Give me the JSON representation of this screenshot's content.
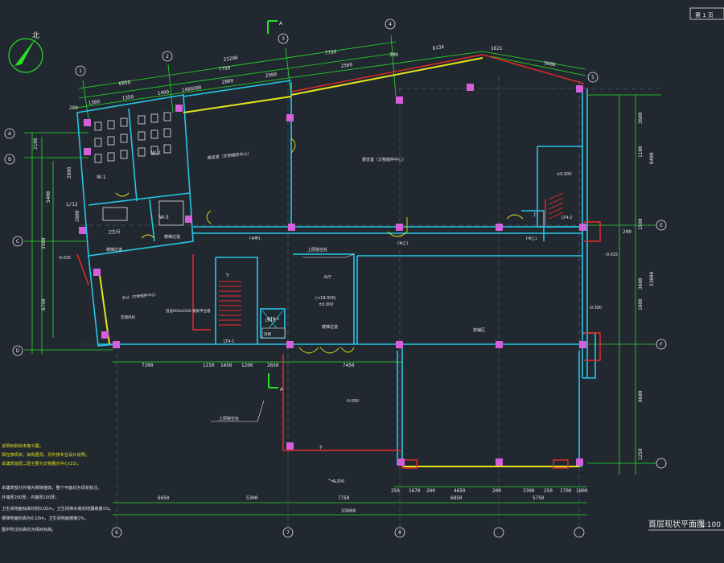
{
  "drawing": {
    "title": "首层现状平面图",
    "scale": "1:100",
    "sheet": "第 1 页",
    "north_label": "北",
    "section_mark": "A"
  },
  "dims_top": {
    "overall": "22200",
    "segments_row1": [
      "6850",
      "7750",
      "7750"
    ],
    "segments_row2": [
      "1300",
      "1350",
      "1400"
    ],
    "misc": [
      "280",
      "300",
      "300",
      "2800",
      "1400",
      "2500",
      "2500",
      "6134",
      "5600",
      "1621"
    ]
  },
  "dims_left": [
    "2100",
    "2800",
    "5400",
    "3500",
    "6750",
    "1/12",
    "2800"
  ],
  "dims_right": [
    "3600",
    "1100",
    "6400",
    "1500",
    "3600",
    "6600",
    "23600",
    "1600",
    "1250",
    "200"
  ],
  "dims_bottom": {
    "row1": [
      "7300",
      "1150",
      "1450",
      "1200",
      "2650",
      "7450"
    ],
    "row2": [
      "250",
      "1670",
      "200",
      "4650",
      "200",
      "3300",
      "250",
      "1700",
      "1900"
    ],
    "row3": [
      "6650",
      "5300",
      "7750",
      "6850",
      "5750"
    ],
    "overall": "33000"
  },
  "axis_labels": [
    "1",
    "2",
    "3",
    "4",
    "5",
    "6",
    "7",
    "8",
    "A",
    "B",
    "C",
    "D",
    "E",
    "F"
  ],
  "rooms": {
    "w1": "W-1",
    "w2": "W-2",
    "w3": "W-3",
    "zone_a": "展览室（文物储存中心）",
    "zone_b": "展览室（文物储存中心）",
    "shop": "商铺区",
    "hall": "大厅",
    "hall_level": "(+18.000)",
    "hall_level2": "±0.000",
    "corridor": "楼梯过道",
    "stair1": "LT4-1",
    "stair2": "LT4-2",
    "stair3": "LT4-1",
    "level_a": "±0.000",
    "level_b": "-0.015",
    "level_c": "-0.015",
    "level_d": "-0.300",
    "level_e": "-0.050",
    "level_f": "-0.300",
    "upper_void": "上层挑空处",
    "upper_void2": "上层挑空处",
    "fm1": "FM甲1",
    "fm2": "FM乙1",
    "fm3": "FM乙1",
    "elevator": "货梯",
    "elevator_note": "QT4-1",
    "wc_note": "卫生间",
    "room_note": "办公（文物储存中心）",
    "ramp_note": "首层600x2500\n钢架平台基",
    "pipe_note": "空调风机",
    "stair_note": "楼梯过道",
    "left_stair": "楼梯过道",
    "down": "下",
    "up": "上"
  },
  "notes": {
    "title": "说明：",
    "lines": [
      "说明目前尚未施工图。",
      "现在按现状，如有更改，另外按专业设计说明。",
      "本建筑首层二层主要为文物展示中心(21)。",
      "本建筑部分外墙为砖砌墙体，整个平面均为现状标注。",
      "外墙厚200厚，内墙厚100厚。",
      "卫生间地面标高均低0.02m，卫生间排水坡向地漏坡度1%。",
      "楼梯地面标高为0.10m，卫生间地面坡度1%。",
      "图中所注标高均为相对标高。"
    ]
  },
  "colors": {
    "bg": "#212830",
    "wall_cyan": "#27c6e6",
    "dim_green": "#27e027",
    "red": "#ee2a2a",
    "yellow": "#e6e61a",
    "magenta": "#d55fd8",
    "white": "#e8e8e8",
    "gray": "#9aa0a6"
  }
}
